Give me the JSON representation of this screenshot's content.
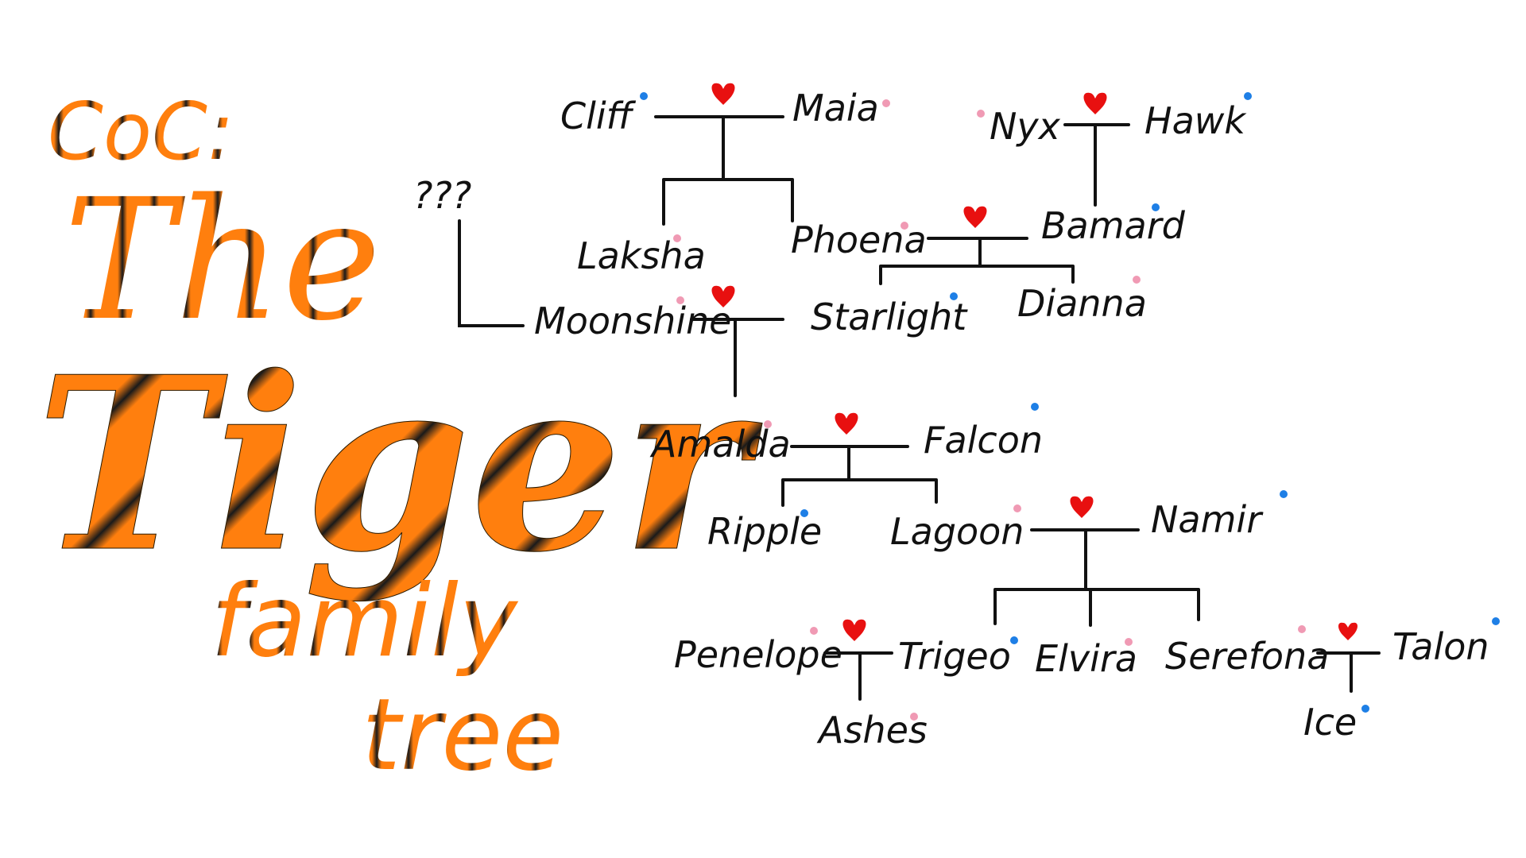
{
  "title": {
    "coc": "CoC:",
    "the": "The",
    "tiger": "Tiger",
    "family": "family",
    "tree": "tree"
  },
  "unknown_parents": "???",
  "colors": {
    "tiger_orange": "#ff7f0e",
    "stripe_dark": "#1a1a1a",
    "heart": "#e81010",
    "male_dot": "#1e7fe6",
    "female_dot": "#f09ab4",
    "line": "#111111"
  },
  "people": {
    "cliff": {
      "name": "Cliff",
      "sex": "male"
    },
    "maia": {
      "name": "Maia",
      "sex": "female"
    },
    "nyx": {
      "name": "Nyx",
      "sex": "female"
    },
    "hawk": {
      "name": "Hawk",
      "sex": "male"
    },
    "laksha": {
      "name": "Laksha",
      "sex": "female"
    },
    "phoena": {
      "name": "Phoena",
      "sex": "female"
    },
    "bamard": {
      "name": "Bamard",
      "sex": "male"
    },
    "moonshine": {
      "name": "Moonshine",
      "sex": "female"
    },
    "starlight": {
      "name": "Starlight",
      "sex": "male"
    },
    "dianna": {
      "name": "Dianna",
      "sex": "female"
    },
    "amalda": {
      "name": "Amalda",
      "sex": "female"
    },
    "falcon": {
      "name": "Falcon",
      "sex": "male"
    },
    "ripple": {
      "name": "Ripple",
      "sex": "male"
    },
    "lagoon": {
      "name": "Lagoon",
      "sex": "female"
    },
    "namir": {
      "name": "Namir",
      "sex": "male"
    },
    "penelope": {
      "name": "Penelope",
      "sex": "female"
    },
    "trigeo": {
      "name": "Trigeo",
      "sex": "male"
    },
    "elvira": {
      "name": "Elvira",
      "sex": "female"
    },
    "serefona": {
      "name": "Serefona",
      "sex": "female"
    },
    "talon": {
      "name": "Talon",
      "sex": "male"
    },
    "ashes": {
      "name": "Ashes",
      "sex": "female"
    },
    "ice": {
      "name": "Ice",
      "sex": "male"
    }
  }
}
